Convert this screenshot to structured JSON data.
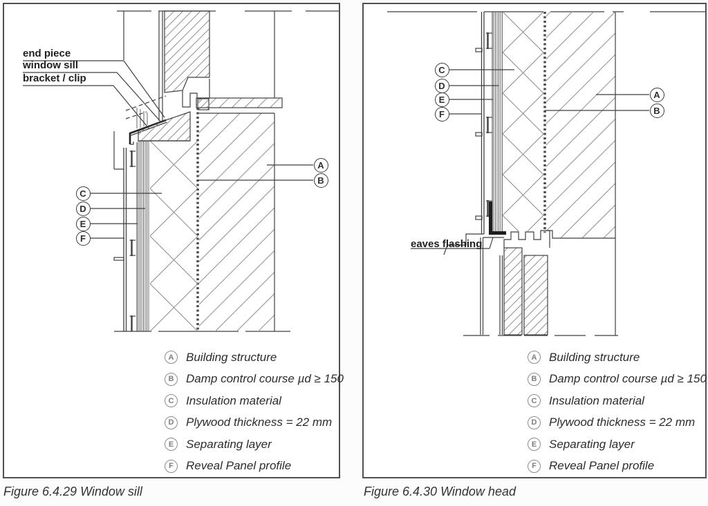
{
  "colors": {
    "line": "#3f3f3f",
    "hatch": "#8f8f8f",
    "text": "#222222",
    "legend_gray": "#858585",
    "background": "#fcfcfc"
  },
  "figures": [
    {
      "caption": "Figure 6.4.29 Window sill",
      "annotations": [
        "end piece",
        "window sill",
        "bracket / clip"
      ],
      "callouts_left": [
        "C",
        "D",
        "E",
        "F"
      ],
      "callouts_right": [
        "A",
        "B"
      ],
      "legend": [
        {
          "letter": "A",
          "text": "Building structure"
        },
        {
          "letter": "B",
          "text": "Damp control course µd ≥ 150"
        },
        {
          "letter": "C",
          "text": "Insulation material"
        },
        {
          "letter": "D",
          "text": "Plywood thickness = 22 mm"
        },
        {
          "letter": "E",
          "text": "Separating layer"
        },
        {
          "letter": "F",
          "text": "Reveal Panel profile"
        }
      ]
    },
    {
      "caption": "Figure 6.4.30 Window head",
      "annotations": [
        "eaves flashing"
      ],
      "callouts_left": [
        "C",
        "D",
        "E",
        "F"
      ],
      "callouts_right": [
        "A",
        "B"
      ],
      "legend": [
        {
          "letter": "A",
          "text": "Building structure"
        },
        {
          "letter": "B",
          "text": "Damp control course µd ≥ 150"
        },
        {
          "letter": "C",
          "text": "Insulation material"
        },
        {
          "letter": "D",
          "text": "Plywood thickness = 22 mm"
        },
        {
          "letter": "E",
          "text": "Separating layer"
        },
        {
          "letter": "F",
          "text": "Reveal Panel profile"
        }
      ]
    }
  ]
}
